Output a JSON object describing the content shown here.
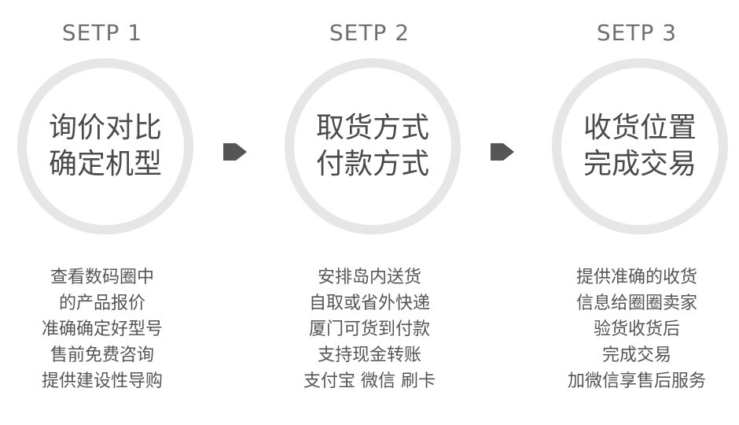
{
  "steps": [
    {
      "label": "SETP 1",
      "title": [
        "询价对比",
        "确定机型"
      ],
      "desc": [
        "查看数码圈中",
        "的产品报价",
        "准确确定好型号",
        "售前免费咨询",
        "提供建设性导购"
      ]
    },
    {
      "label": "SETP 2",
      "title": [
        "取货方式",
        "付款方式"
      ],
      "desc": [
        "安排岛内送货",
        "自取或省外快递",
        "厦门可货到付款",
        "支持现金转账",
        "支付宝 微信 刷卡"
      ]
    },
    {
      "label": "SETP 3",
      "title": [
        "收货位置",
        "完成交易"
      ],
      "desc": [
        "提供准确的收货",
        "信息给圈圈卖家",
        "验货收货后",
        "完成交易",
        "加微信享售后服务"
      ]
    }
  ],
  "colors": {
    "ring": "#e6e6e6",
    "arrow": "#555555",
    "label": "#6f6f6f",
    "title": "#4a4a4a",
    "desc": "#555555"
  },
  "icons": {
    "arrow": "arrow-right-icon"
  }
}
